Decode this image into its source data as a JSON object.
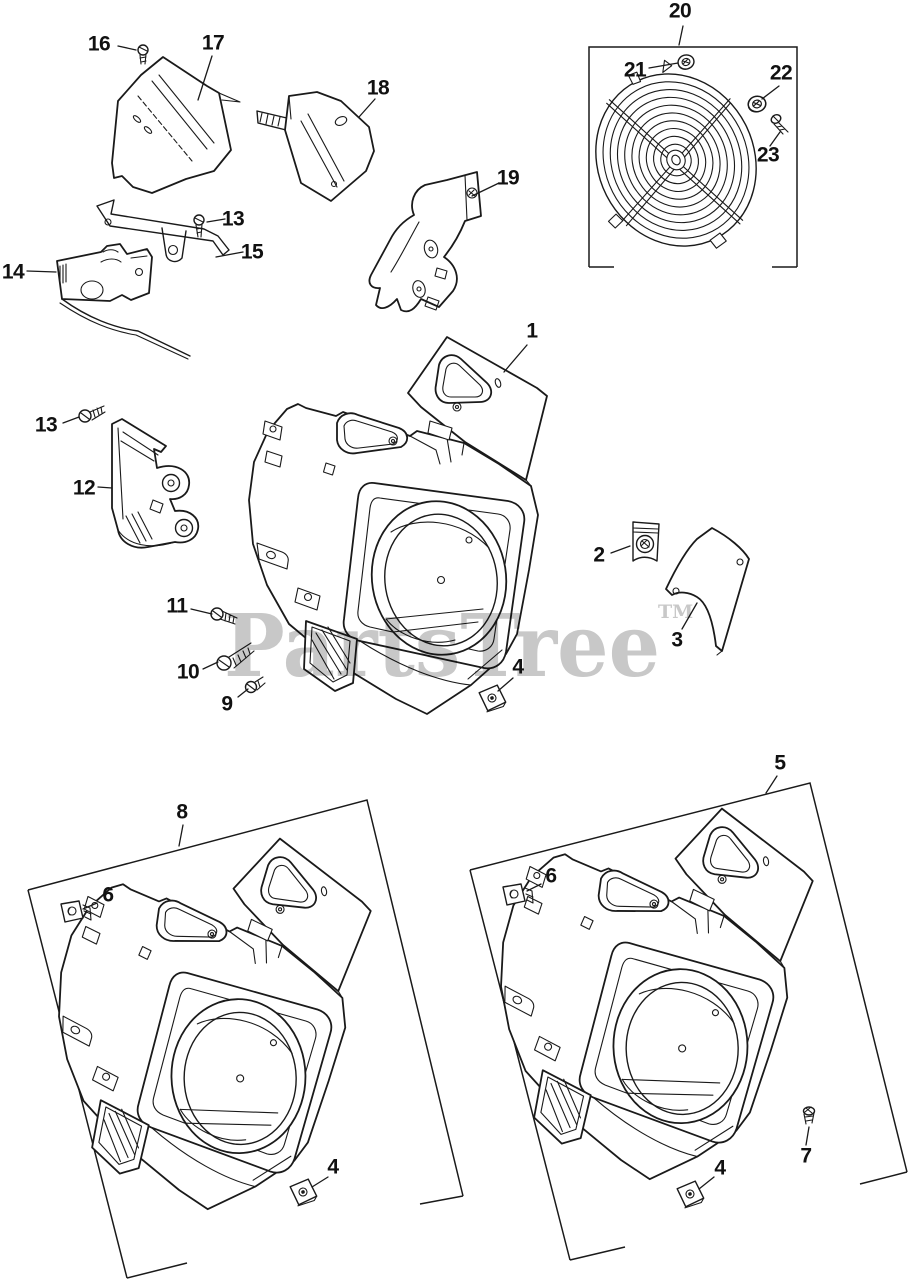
{
  "watermark": {
    "text": "PartsTree",
    "tm": "TM",
    "color": "#c8c8c8"
  },
  "colors": {
    "line": "#1a1a1a",
    "background": "#ffffff",
    "label": "#111111"
  },
  "callouts": {
    "c1": "1",
    "c2": "2",
    "c3": "3",
    "c4": "4",
    "c5": "5",
    "c6": "6",
    "c7": "7",
    "c8": "8",
    "c9": "9",
    "c10": "10",
    "c11": "11",
    "c12": "12",
    "c13": "13",
    "c14": "14",
    "c15": "15",
    "c16": "16",
    "c17": "17",
    "c18": "18",
    "c19": "19",
    "c20": "20",
    "c21": "21",
    "c22": "22",
    "c23": "23"
  }
}
